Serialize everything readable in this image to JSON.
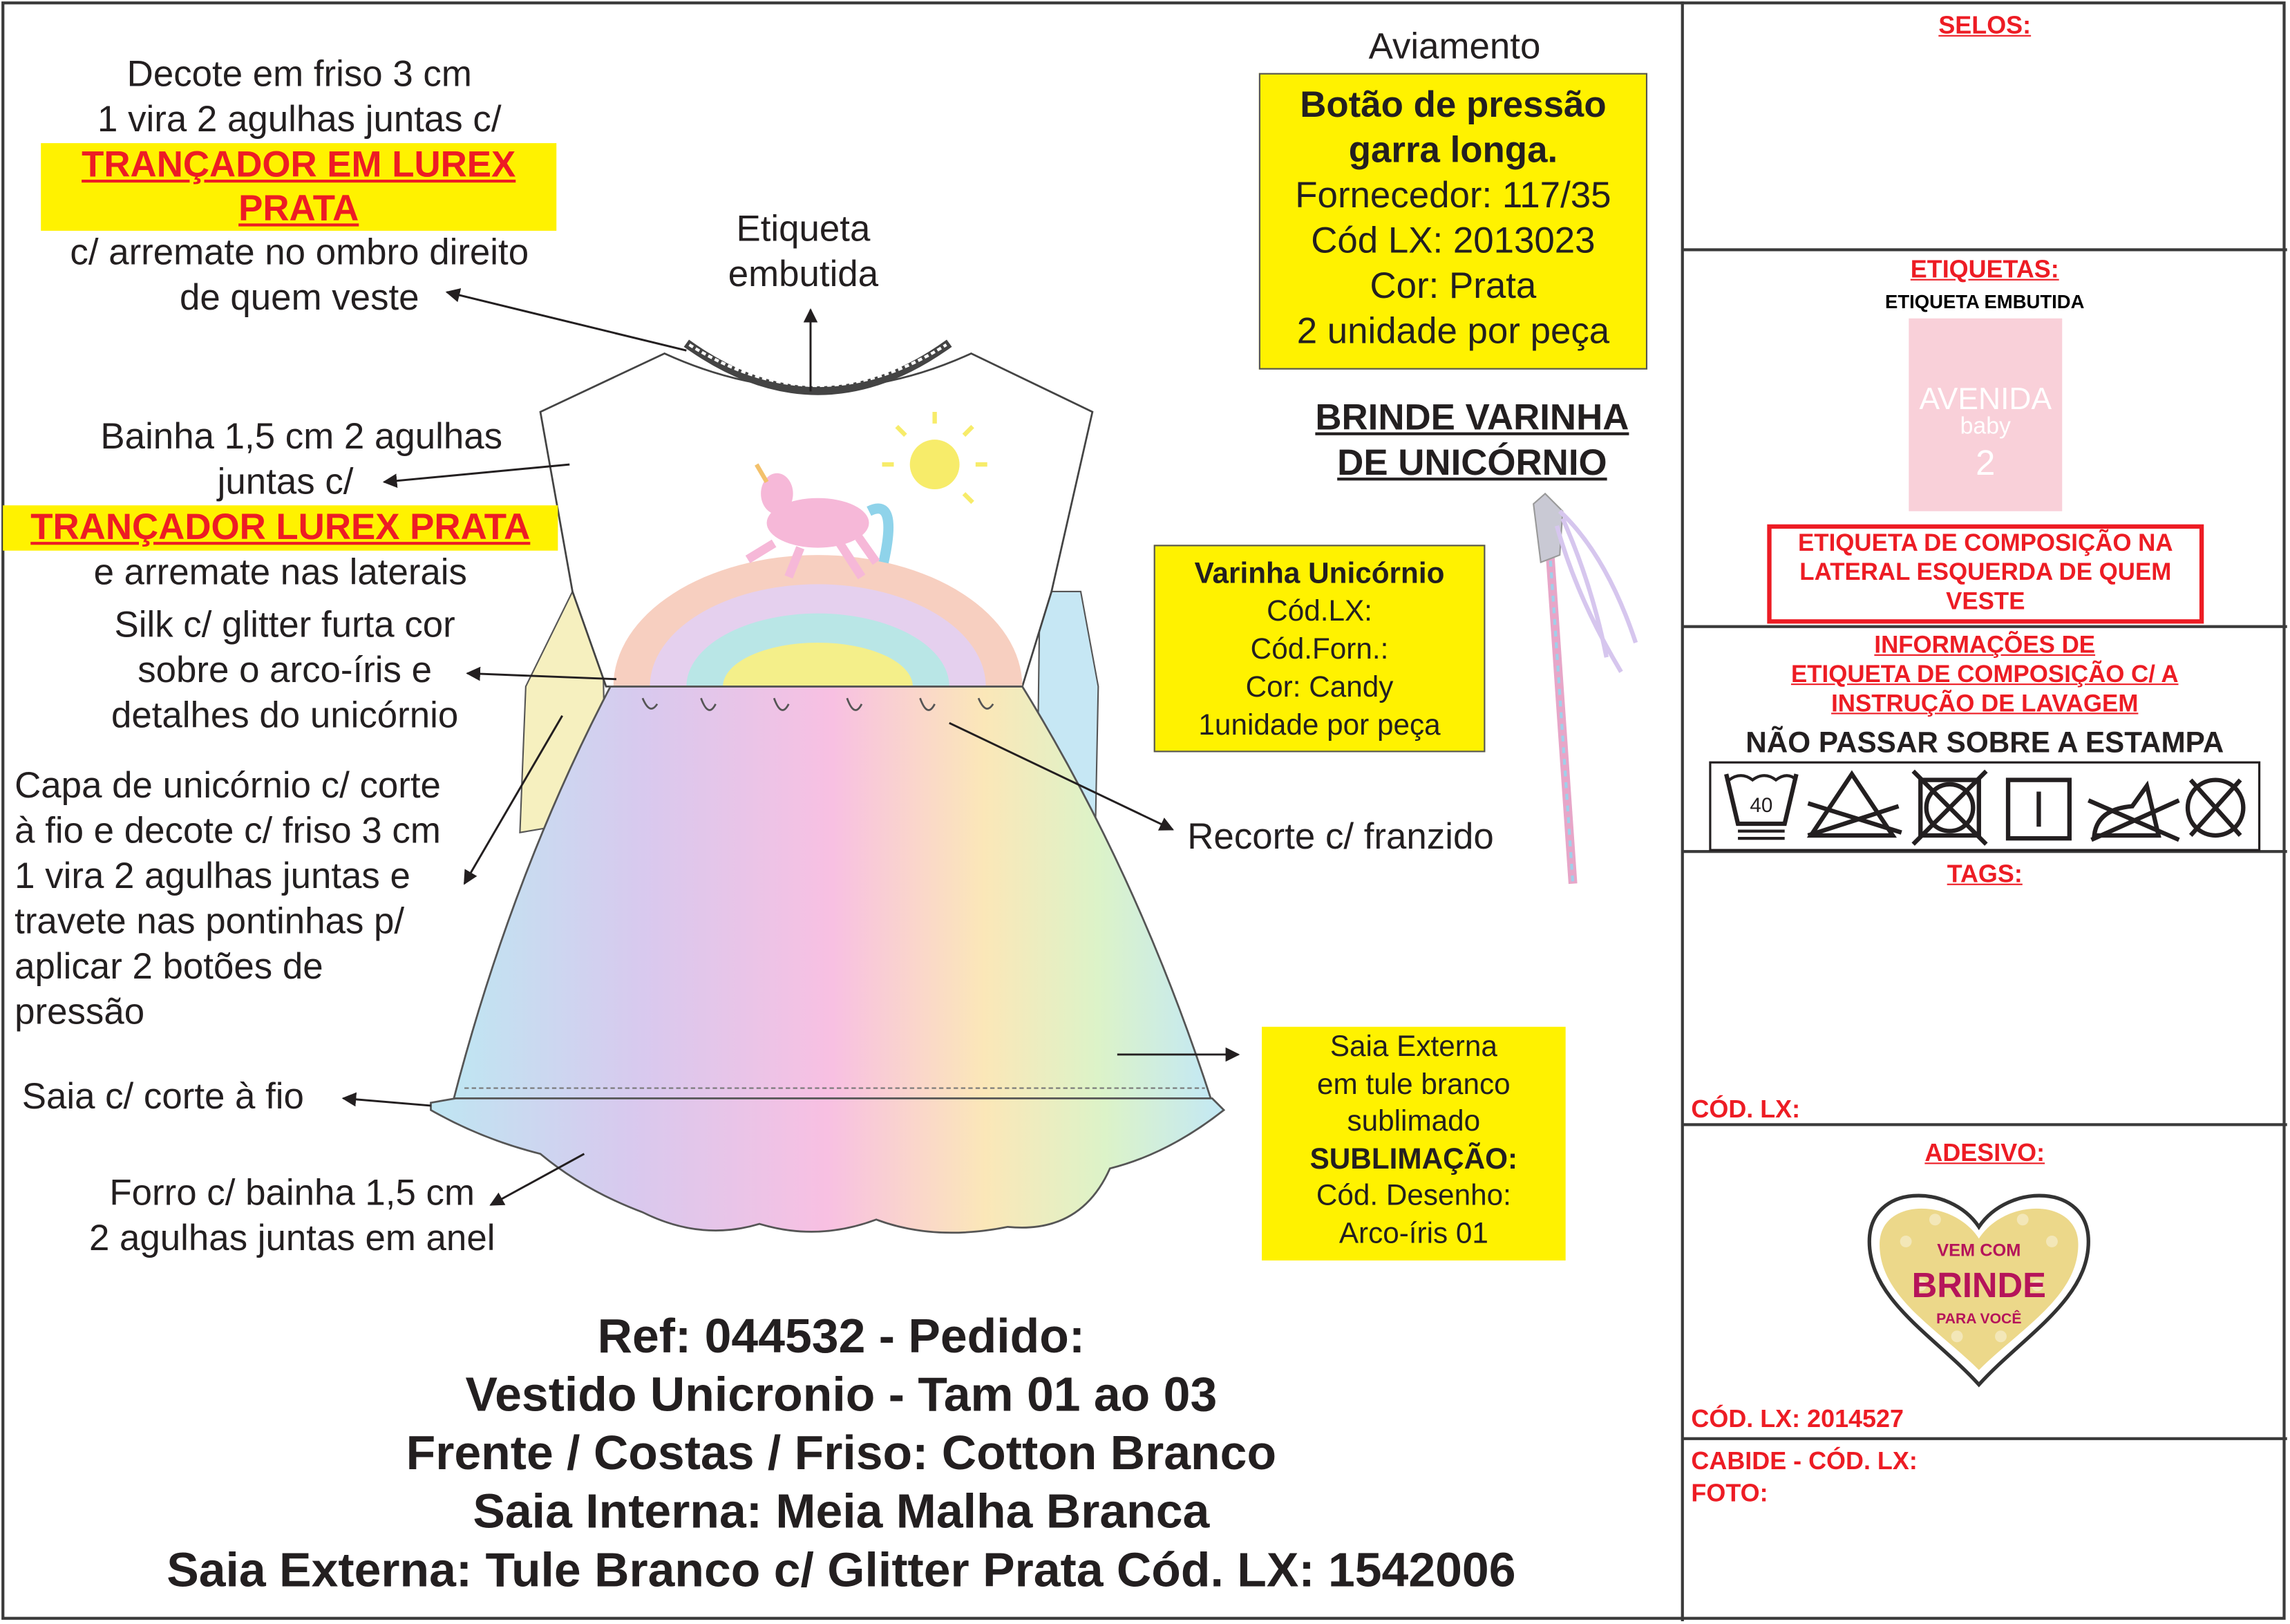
{
  "annotations": {
    "decote": {
      "lines_before": [
        "Decote em friso 3 cm",
        "1 vira 2 agulhas juntas c/"
      ],
      "highlight": [
        "TRANÇADOR EM LUREX",
        "PRATA"
      ],
      "lines_after": [
        "c/ arremate no ombro direito",
        "de quem veste"
      ]
    },
    "etiqueta": [
      "Etiqueta",
      "embutida"
    ],
    "bainha": {
      "lines_before": [
        "Bainha 1,5 cm 2 agulhas",
        "juntas c/"
      ],
      "highlight": "TRANÇADOR LUREX PRATA",
      "line_after": "e arremate nas laterais"
    },
    "silk": [
      "Silk c/ glitter furta cor",
      "sobre o arco-íris e",
      "detalhes do unicórnio"
    ],
    "capa": [
      "Capa de unicórnio c/ corte",
      "à fio e decote c/ friso 3 cm",
      "1 vira 2 agulhas juntas e",
      "travete nas pontinhas p/",
      "aplicar 2 botões de",
      "pressão"
    ],
    "saia_corte": "Saia c/ corte à fio",
    "forro": [
      "Forro c/ bainha 1,5 cm",
      "2 agulhas juntas em anel"
    ],
    "recorte": "Recorte c/ franzido"
  },
  "aviamento": {
    "heading": "Aviamento",
    "bold_lines": [
      "Botão de pressão",
      "garra longa."
    ],
    "lines": [
      "Fornecedor: 117/35",
      "Cód LX: 2013023",
      "Cor: Prata",
      "2 unidade por peça"
    ]
  },
  "brinde": {
    "heading": [
      "BRINDE VARINHA",
      "DE UNICÓRNIO"
    ]
  },
  "varinha": {
    "title": "Varinha Unicórnio",
    "lines": [
      "Cód.LX:",
      "Cód.Forn.:",
      "Cor: Candy",
      "1unidade por peça"
    ]
  },
  "saia_externa": {
    "lines": [
      "Saia Externa",
      "em tule branco",
      "sublimado"
    ],
    "bold": "SUBLIMAÇÃO:",
    "lines2": [
      "Cód. Desenho:",
      "Arco-íris 01"
    ]
  },
  "title": [
    "Ref: 044532 - Pedido:",
    "Vestido Unicronio - Tam 01 ao 03",
    "Frente / Costas / Friso: Cotton Branco",
    "Saia Interna: Meia Malha Branca",
    "Saia Externa: Tule Branco c/ Glitter Prata Cód. LX: 1542006"
  ],
  "right_panel": {
    "selos": "SELOS:",
    "etiquetas": "ETIQUETAS:",
    "etiqueta_embutida": "ETIQUETA EMBUTIDA",
    "label_logo": {
      "brand": "AVENIDA",
      "sub": "baby",
      "size": "2"
    },
    "composicao_box": [
      "ETIQUETA DE COMPOSIÇÃO NA",
      "LATERAL ESQUERDA DE QUEM",
      "VESTE"
    ],
    "informacoes": [
      "INFORMAÇÕES DE",
      "ETIQUETA DE COMPOSIÇÃO C/ A",
      "INSTRUÇÃO DE LAVAGEM"
    ],
    "nao_passar": "NÃO PASSAR SOBRE A ESTAMPA",
    "care_icons": [
      "wash-40-icon",
      "no-bleach-icon",
      "no-tumble-dry-icon",
      "line-dry-icon",
      "no-iron-icon",
      "no-dry-clean-icon"
    ],
    "wash_temp": "40",
    "tags": "TAGS:",
    "tags_cod": "CÓD. LX:",
    "adesivo": "ADESIVO:",
    "sticker": {
      "top": "VEM COM",
      "main": "BRINDE",
      "bottom": "PARA VOCÊ"
    },
    "adesivo_cod": "CÓD. LX: 2014527",
    "cabide": "CABIDE - CÓD. LX:",
    "foto": "FOTO:"
  },
  "colors": {
    "highlight": "#fff200",
    "red": "#ed1c24",
    "label_pink": "#f9d0d9",
    "sticker_yellow": "#ecd88a",
    "sticker_text": "#b5145a"
  }
}
